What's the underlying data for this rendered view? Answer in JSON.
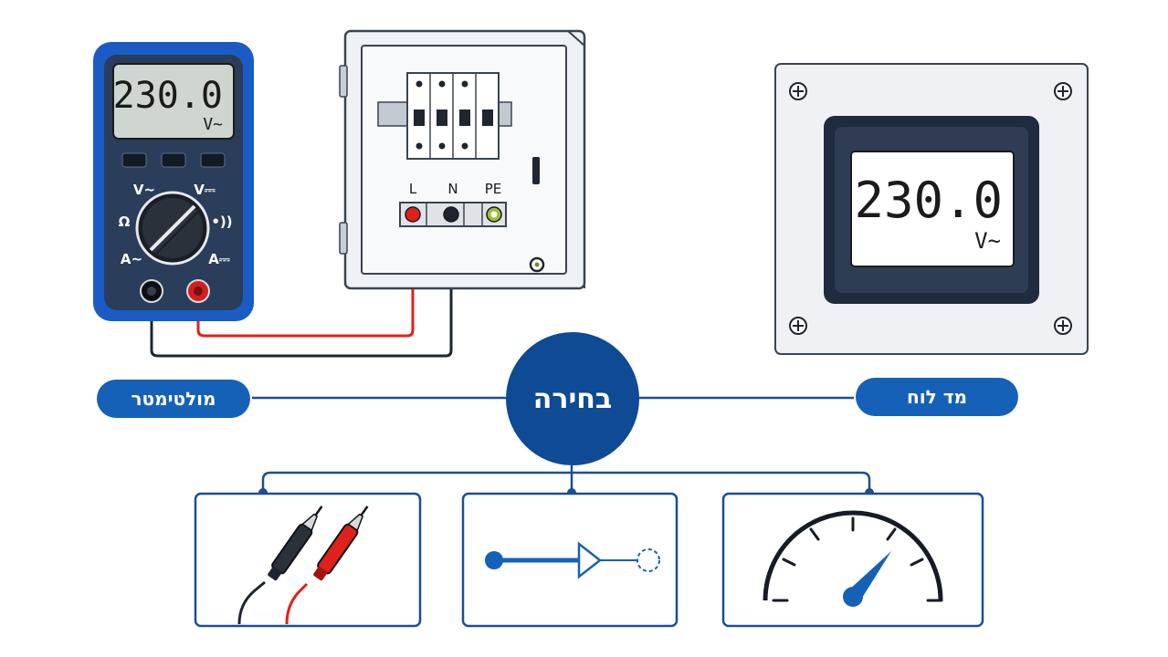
{
  "multimeter": {
    "reading": "230.0",
    "unit": "V~",
    "dial_labels": {
      "ac_volts": "V~",
      "dc_volts": "V⎓",
      "ohms": "Ω",
      "continuity": "•))",
      "ac_amps": "A~",
      "dc_amps": "A⎓"
    }
  },
  "panel": {
    "terminals": {
      "line": "L",
      "neutral": "N",
      "earth": "PE"
    }
  },
  "panel_meter": {
    "reading": "230.0",
    "unit": "V~"
  },
  "labels": {
    "left": "מולטימטר",
    "right": "מד לוח",
    "hub": "בחירה"
  },
  "icons": {
    "probes": "test-probes-icon",
    "connection": "connection-arrow-icon",
    "gauge": "gauge-icon"
  },
  "colors": {
    "primary": "#1561b8",
    "hub": "#0f4a94",
    "line_wire": "#e0201b",
    "neutral_wire": "#1e2530",
    "earth_wire": "#9bbf2e"
  }
}
